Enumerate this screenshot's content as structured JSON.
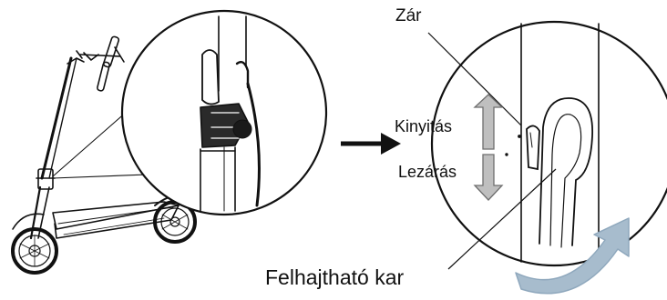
{
  "labels": {
    "lock": "Zár",
    "unlock": "Kinyitás",
    "locking": "Lezárás",
    "folding_lever": "Felhajtható kar"
  },
  "colors": {
    "line": "#111111",
    "arrow_fill": "#bfbfbf",
    "arrow_stroke": "#6e6e6e",
    "curved_arrow": "#8fa8bd"
  },
  "icons": [
    "electric-scooter",
    "zoom-circle",
    "pointing-arrow",
    "up-arrow",
    "down-arrow",
    "curved-rotate-arrow"
  ]
}
